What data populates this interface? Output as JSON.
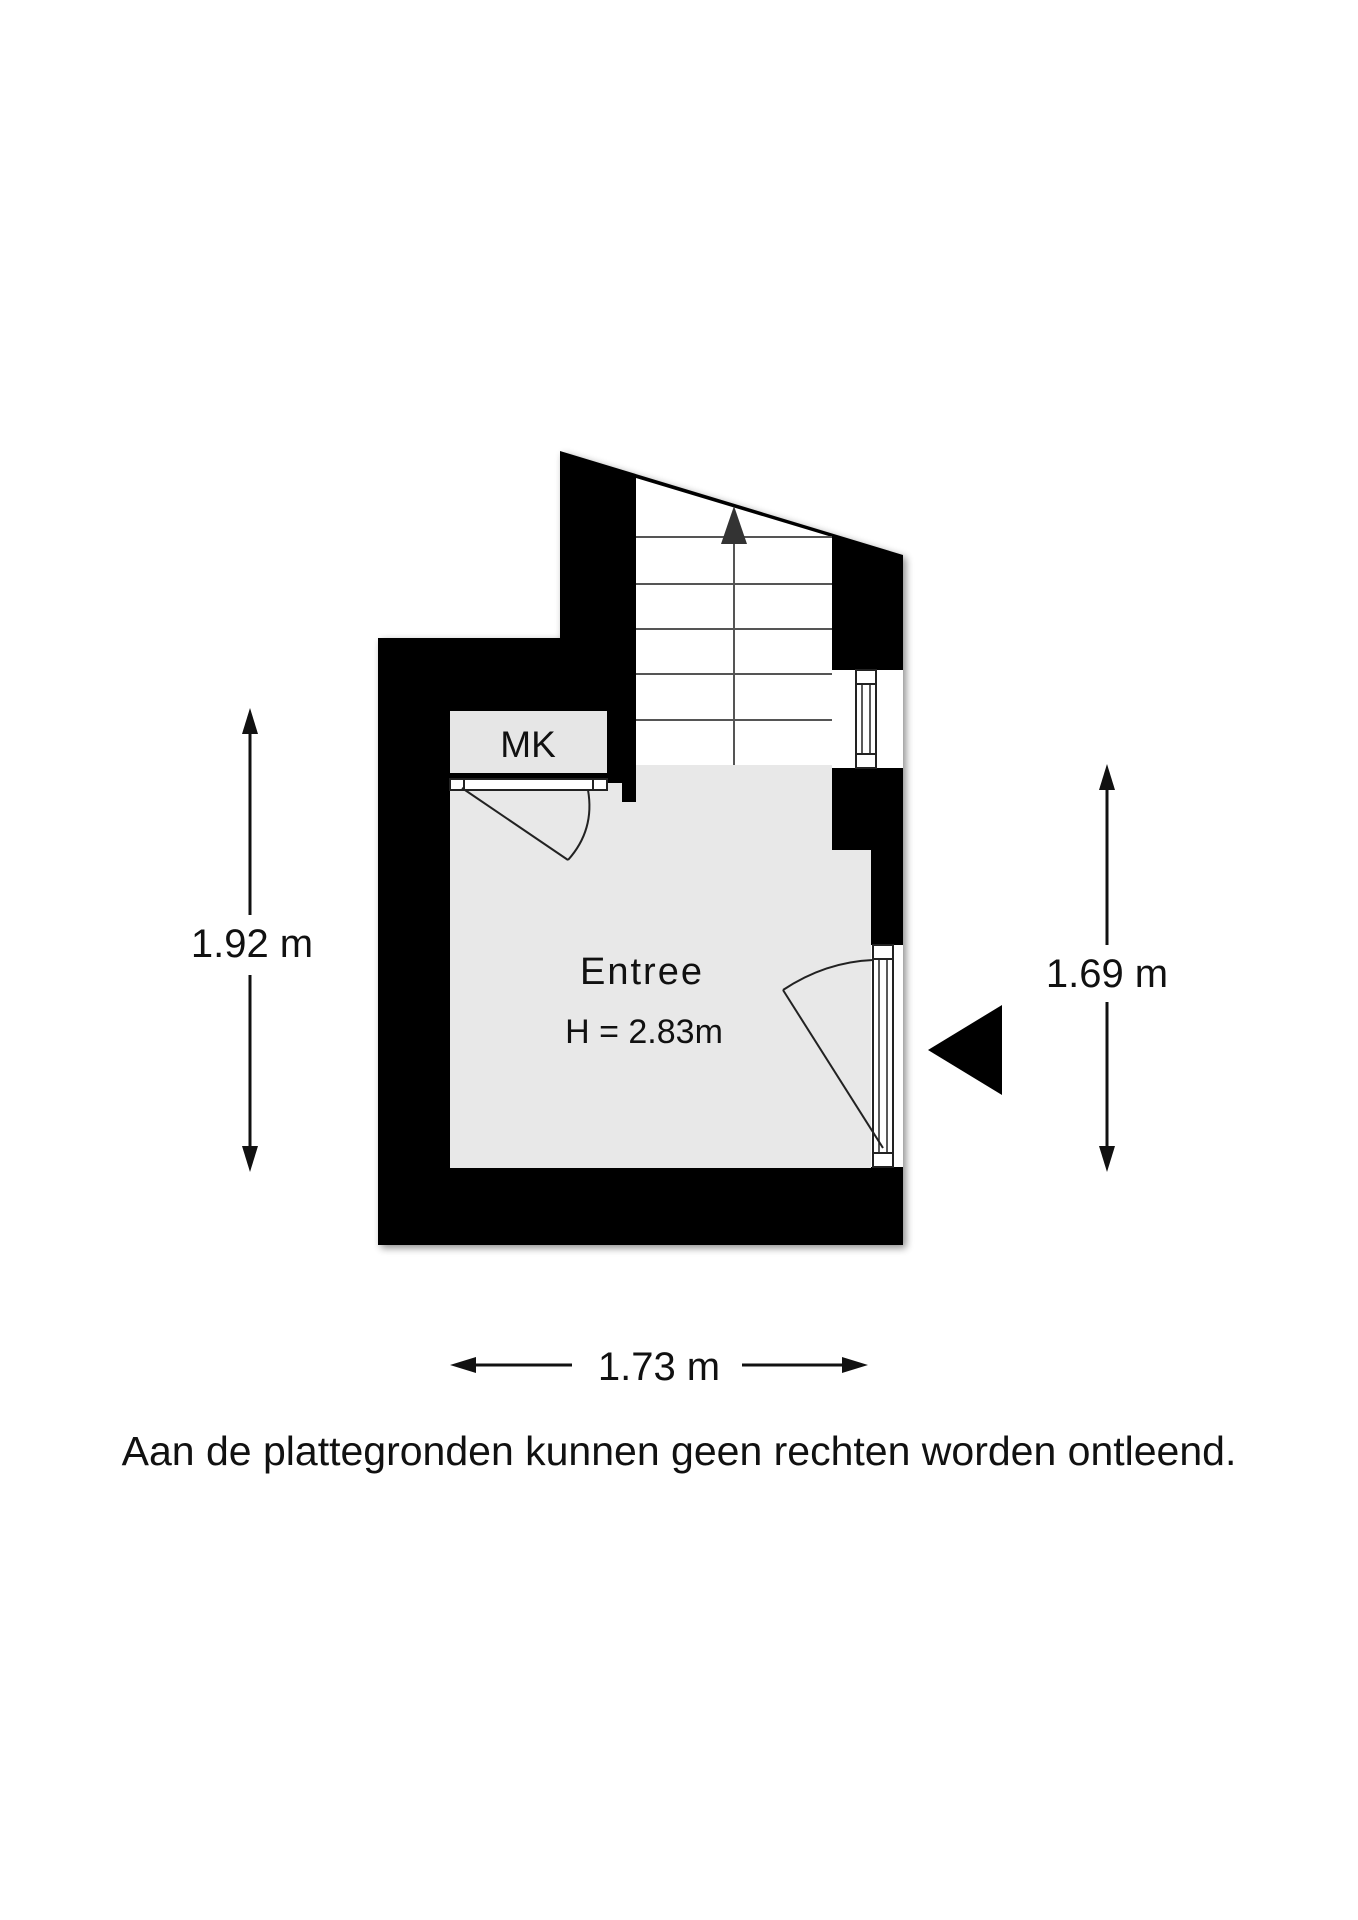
{
  "rooms": {
    "storage_label": "MK",
    "entrance_name": "Entree",
    "entrance_height": "H = 2.83m"
  },
  "dimensions": {
    "left": "1.92 m",
    "right": "1.69 m",
    "bottom": "1.73 m"
  },
  "disclaimer": "Aan de plattegronden kunnen geen rechten worden ontleend.",
  "colors": {
    "wall": "#000000",
    "floor": "#e8e8e8",
    "stair": "#ffffff",
    "text": "#111111"
  }
}
